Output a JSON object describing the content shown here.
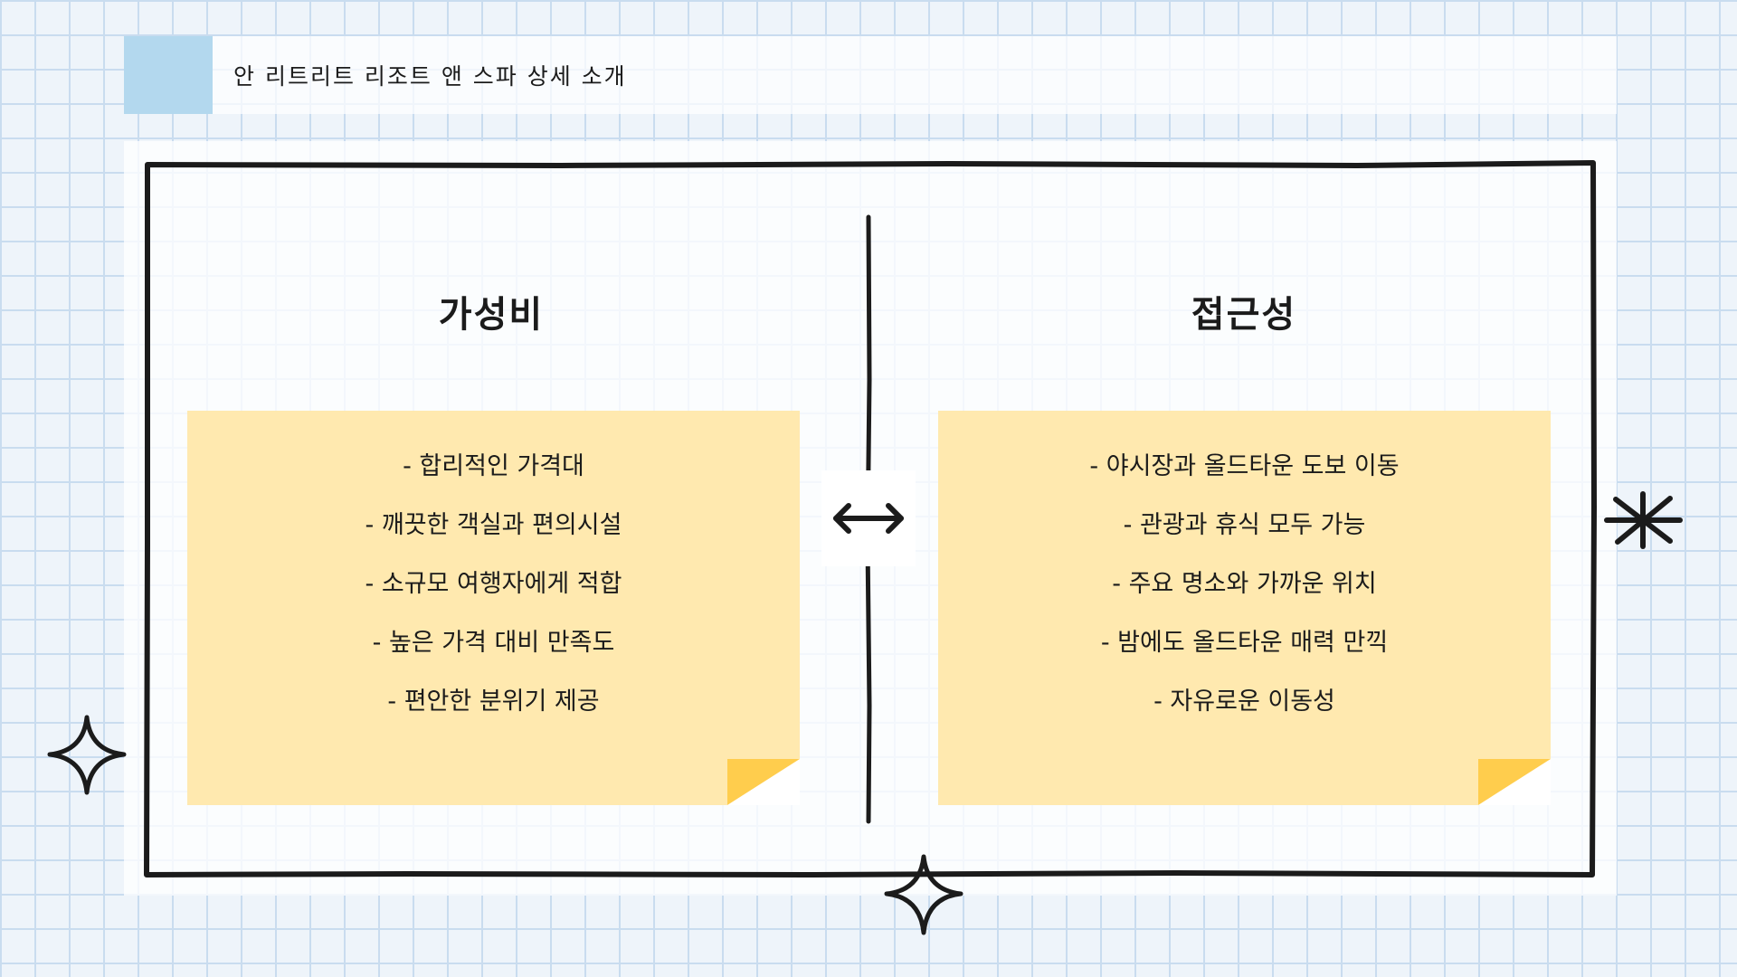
{
  "header": {
    "title": "안 리트리트 리조트 앤 스파 상세 소개"
  },
  "left": {
    "title": "가성비",
    "items": [
      "- 합리적인 가격대",
      "- 깨끗한 객실과 편의시설",
      "- 소규모 여행자에게 적합",
      "- 높은 가격 대비 만족도",
      "- 편안한 분위기 제공"
    ]
  },
  "right": {
    "title": "접근성",
    "items": [
      "- 야시장과 올드타운 도보 이동",
      "- 관광과 휴식 모두 가능",
      "- 주요 명소와 가까운 위치",
      "- 밤에도 올드타운 매력 만끽",
      "- 자유로운 이동성"
    ]
  },
  "colors": {
    "grid_background": "#eef4fa",
    "grid_line": "#c9dcef",
    "header_accent": "#b3d8ee",
    "sticky_note": "#ffe9af",
    "sticky_fold": "#ffcd4d",
    "ink": "#1b1b1b"
  },
  "icons": [
    "double-arrow-icon",
    "sparkle-icon",
    "asterisk-icon"
  ]
}
